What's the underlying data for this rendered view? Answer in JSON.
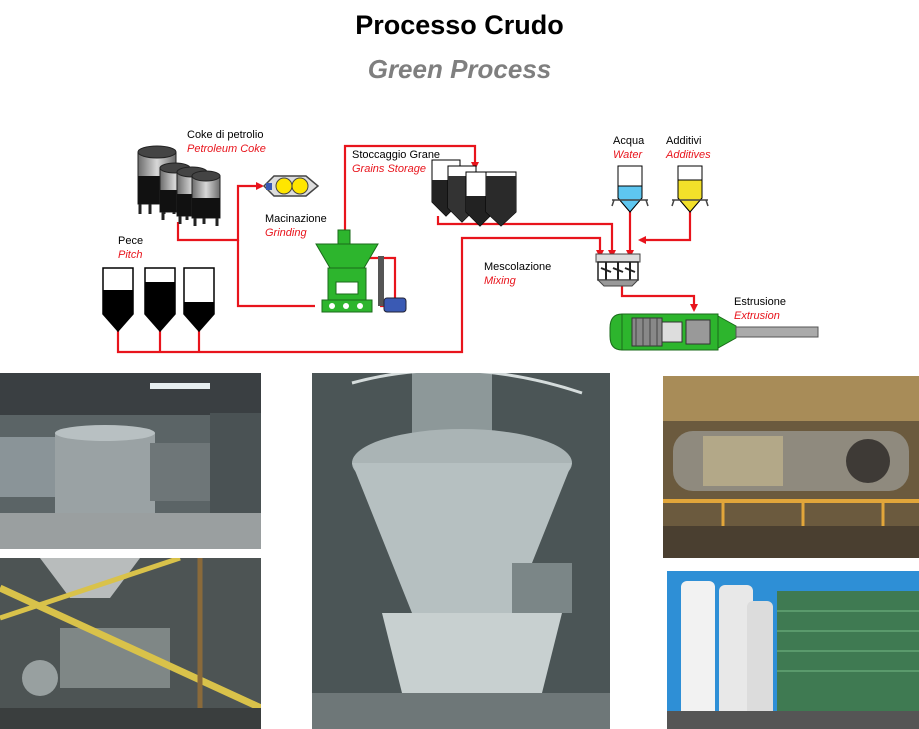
{
  "header": {
    "title": "Processo Crudo",
    "subtitle": "Green Process"
  },
  "diagram": {
    "coke": {
      "it": "Coke di petrolio",
      "en": "Petroleum Coke"
    },
    "pitch": {
      "it": "Pece",
      "en": "Pitch"
    },
    "grinding": {
      "it": "Macinazione",
      "en": "Grinding"
    },
    "storage": {
      "it": "Stoccaggio Grane",
      "en": "Grains Storage"
    },
    "water": {
      "it": "Acqua",
      "en": "Water"
    },
    "additives": {
      "it": "Additivi",
      "en": "Additives"
    },
    "mixing": {
      "it": "Mescolazione",
      "en": "Mixing"
    },
    "extrusion": {
      "it": "Estrusione",
      "en": "Extrusion"
    }
  },
  "colors": {
    "flow": "#e8141c",
    "label_en": "#e8141c",
    "subtitle": "#7f7f7f",
    "mill_green": "#2db52d",
    "water": "#5ec6f0",
    "additives": "#f2e02a"
  }
}
